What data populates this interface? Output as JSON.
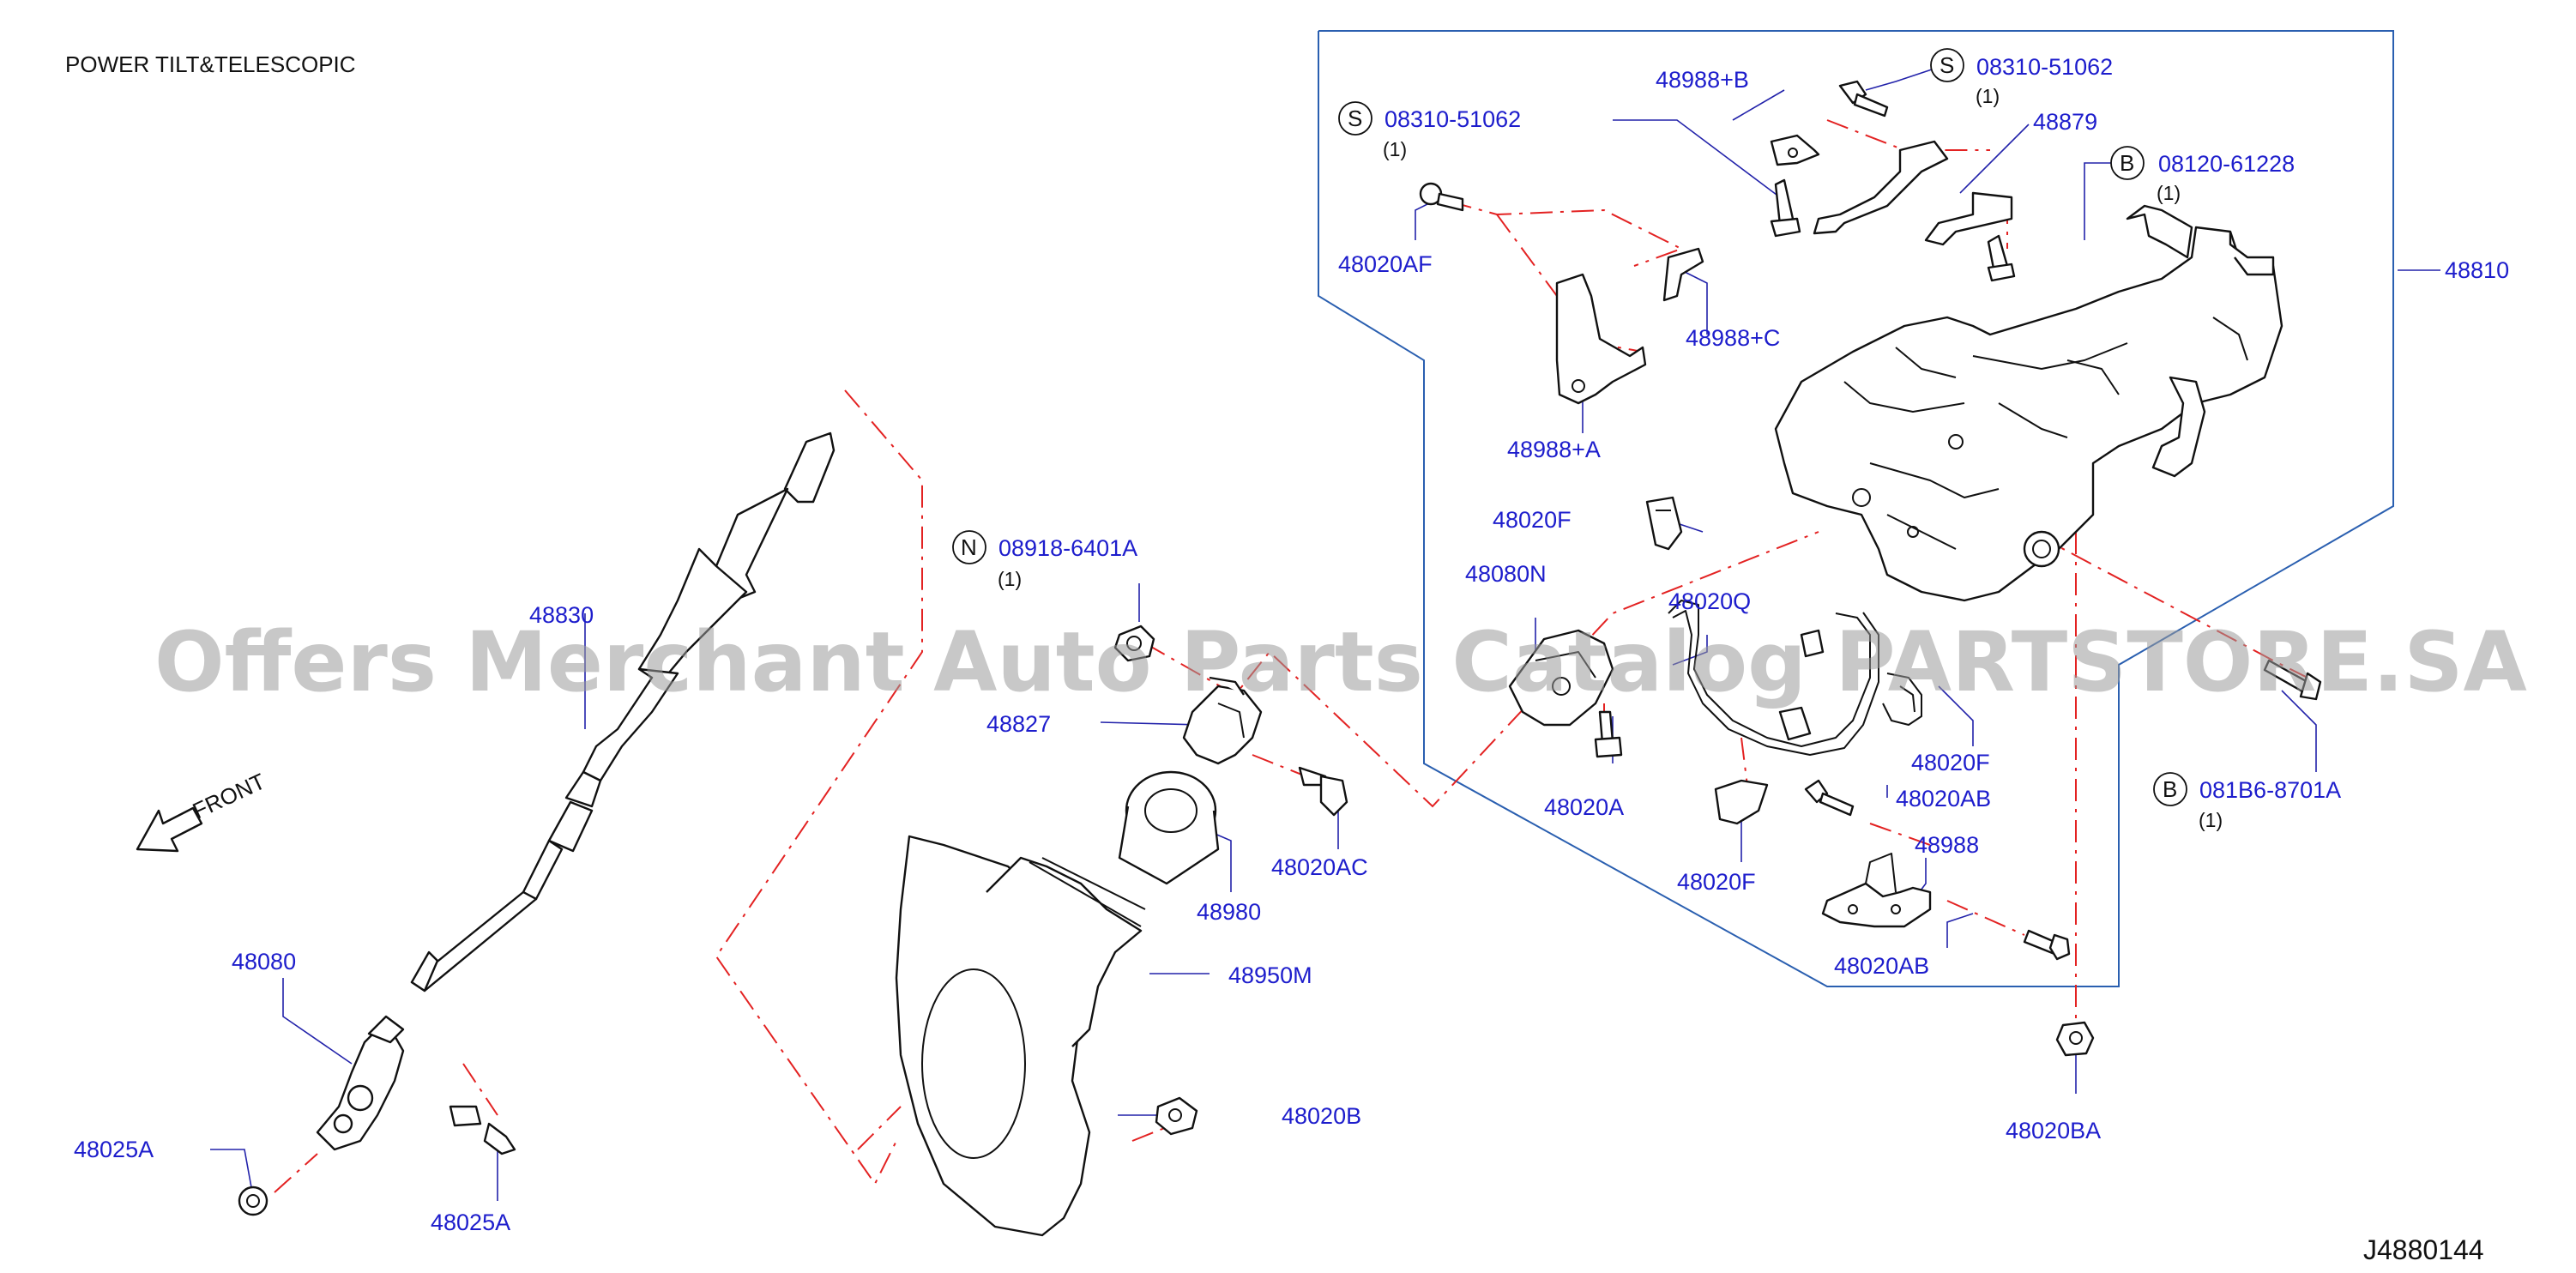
{
  "header": {
    "title": "POWER   TILT&TELESCOPIC"
  },
  "watermark": "Offers Merchant Auto Parts Catalog PARTSTORE.SA",
  "front_label": "FRONT",
  "drawing_id": "J4880144",
  "colors": {
    "label": "#1d1dcc",
    "leader": "#2222aa",
    "dashed_line": "#e32222",
    "watermark": "#9a9a9a"
  },
  "callouts": {
    "c48810": "48810",
    "c48830": "48830",
    "c48080": "48080",
    "c48025a_1": "48025A",
    "c48025a_2": "48025A",
    "c08918": "08918-6401A",
    "c08918_qty": "(1)",
    "c48827": "48827",
    "c48020ac": "48020AC",
    "c48980": "48980",
    "c48950m": "48950M",
    "c48020b": "48020B",
    "c08310_left": "08310-51062",
    "c08310_left_qty": "(1)",
    "c48020af": "48020AF",
    "c48988a": "48988+A",
    "c48988b": "48988+B",
    "c48988c": "48988+C",
    "c08310_top": "08310-51062",
    "c08310_top_qty": "(1)",
    "c48879": "48879",
    "c08120": "08120-61228",
    "c08120_qty": "(1)",
    "c48020f_1": "48020F",
    "c48080n": "48080N",
    "c48020q": "48020Q",
    "c48020a": "48020A",
    "c48020f_2": "48020F",
    "c48020f_3": "48020F",
    "c48020ab_1": "48020AB",
    "c48988": "48988",
    "c48020ab_2": "48020AB",
    "c081b6": "081B6-8701A",
    "c081b6_qty": "(1)",
    "c48020ba": "48020BA"
  },
  "symbols": {
    "s1": "S",
    "s2": "S",
    "b1": "B",
    "b2": "B",
    "n1": "N"
  }
}
